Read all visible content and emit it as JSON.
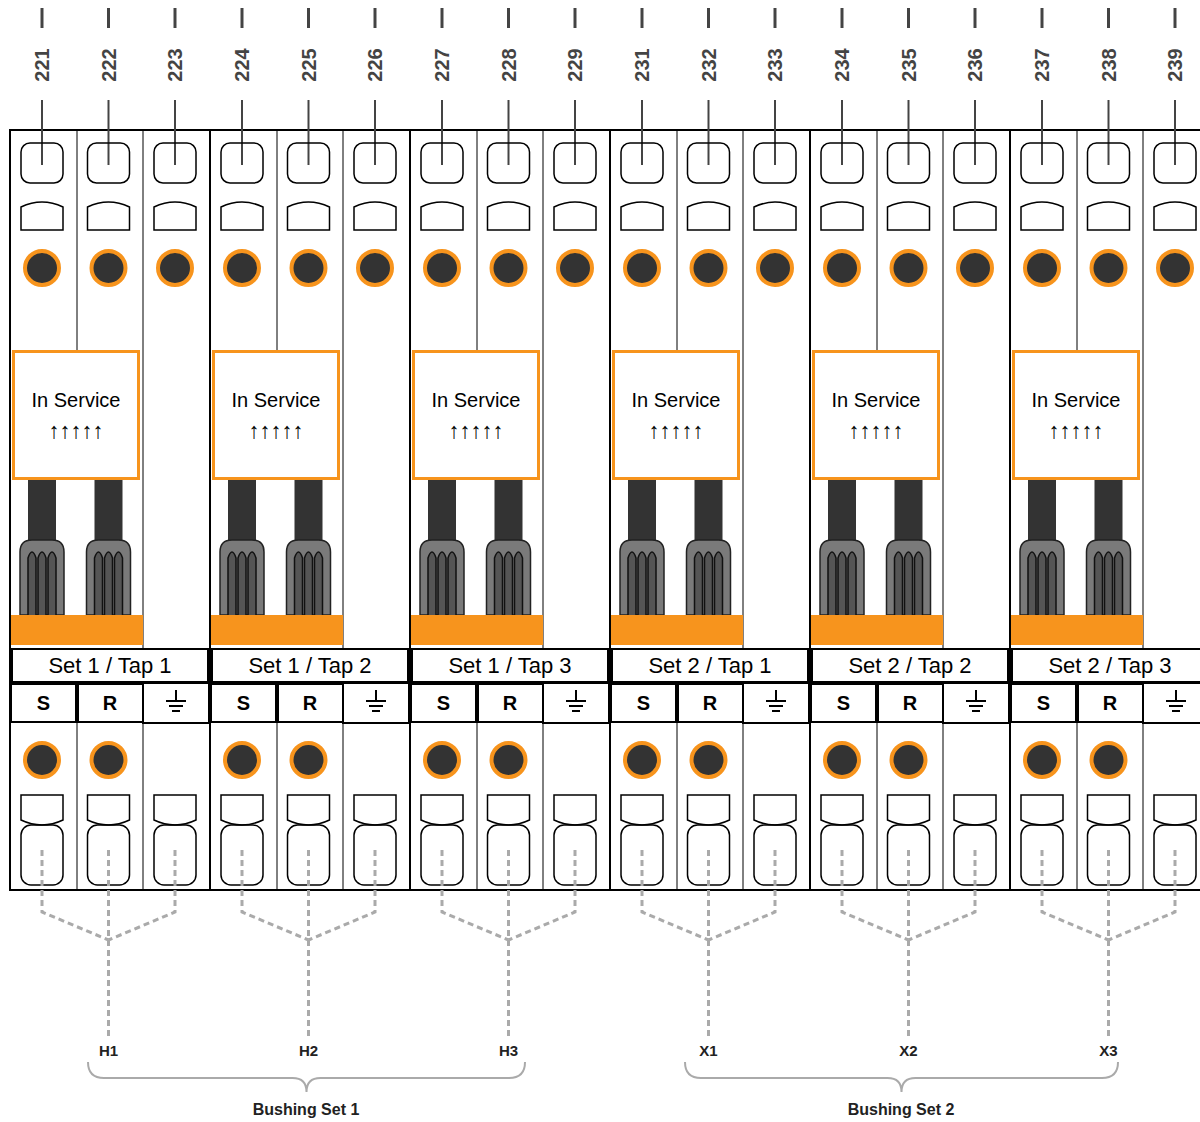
{
  "diagram": {
    "nodes": [
      {
        "text": [
          "In Service",
          "↑↑↑↑↑"
        ]
      },
      {
        "text": [
          "In Service",
          "↑↑↑↑↑"
        ]
      },
      {
        "text": [
          "In Service",
          "↑↑↑↑↑"
        ]
      },
      {
        "text": [
          "In Service",
          "↑↑↑↑↑"
        ]
      },
      {
        "text": [
          "In Service",
          "↑↑↑↑↑"
        ]
      },
      {
        "text": [
          "In Service",
          "↑↑↑↑↑"
        ]
      },
      {
        "text": [
          "Set 1 / Tap 1"
        ]
      },
      {
        "text": [
          "Set 1 / Tap 2"
        ]
      },
      {
        "text": [
          "Set 1 / Tap 3"
        ]
      },
      {
        "text": [
          "Set 2 / Tap 1"
        ]
      },
      {
        "text": [
          "Set 2 / Tap 2"
        ]
      },
      {
        "text": [
          "Set 2 / Tap 3"
        ]
      },
      {
        "text": [
          "S"
        ]
      },
      {
        "text": [
          "R"
        ]
      },
      {
        "text": [
          "S"
        ]
      },
      {
        "text": [
          "R"
        ]
      },
      {
        "text": [
          "S"
        ]
      },
      {
        "text": [
          "R"
        ]
      },
      {
        "text": [
          "S"
        ]
      },
      {
        "text": [
          "R"
        ]
      },
      {
        "text": [
          "S"
        ]
      },
      {
        "text": [
          "R"
        ]
      },
      {
        "text": [
          "S"
        ]
      },
      {
        "text": [
          "R"
        ]
      }
    ],
    "labels": [
      "221",
      "222",
      "223",
      "224",
      "225",
      "226",
      "227",
      "228",
      "229",
      "231",
      "232",
      "233",
      "234",
      "235",
      "236",
      "237",
      "238",
      "239",
      "H1",
      "H2",
      "H3",
      "X1",
      "X2",
      "X3",
      "Bushing Set 1",
      "Bushing Set 2"
    ]
  }
}
